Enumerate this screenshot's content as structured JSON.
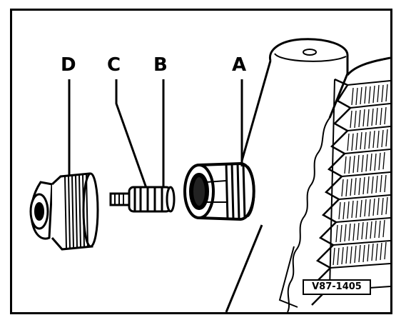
{
  "labels": {
    "a": "A",
    "b": "B",
    "c": "C",
    "d": "D"
  },
  "figure_id": "V87-1405",
  "colors": {
    "ink": "#000000",
    "paper": "#ffffff"
  }
}
